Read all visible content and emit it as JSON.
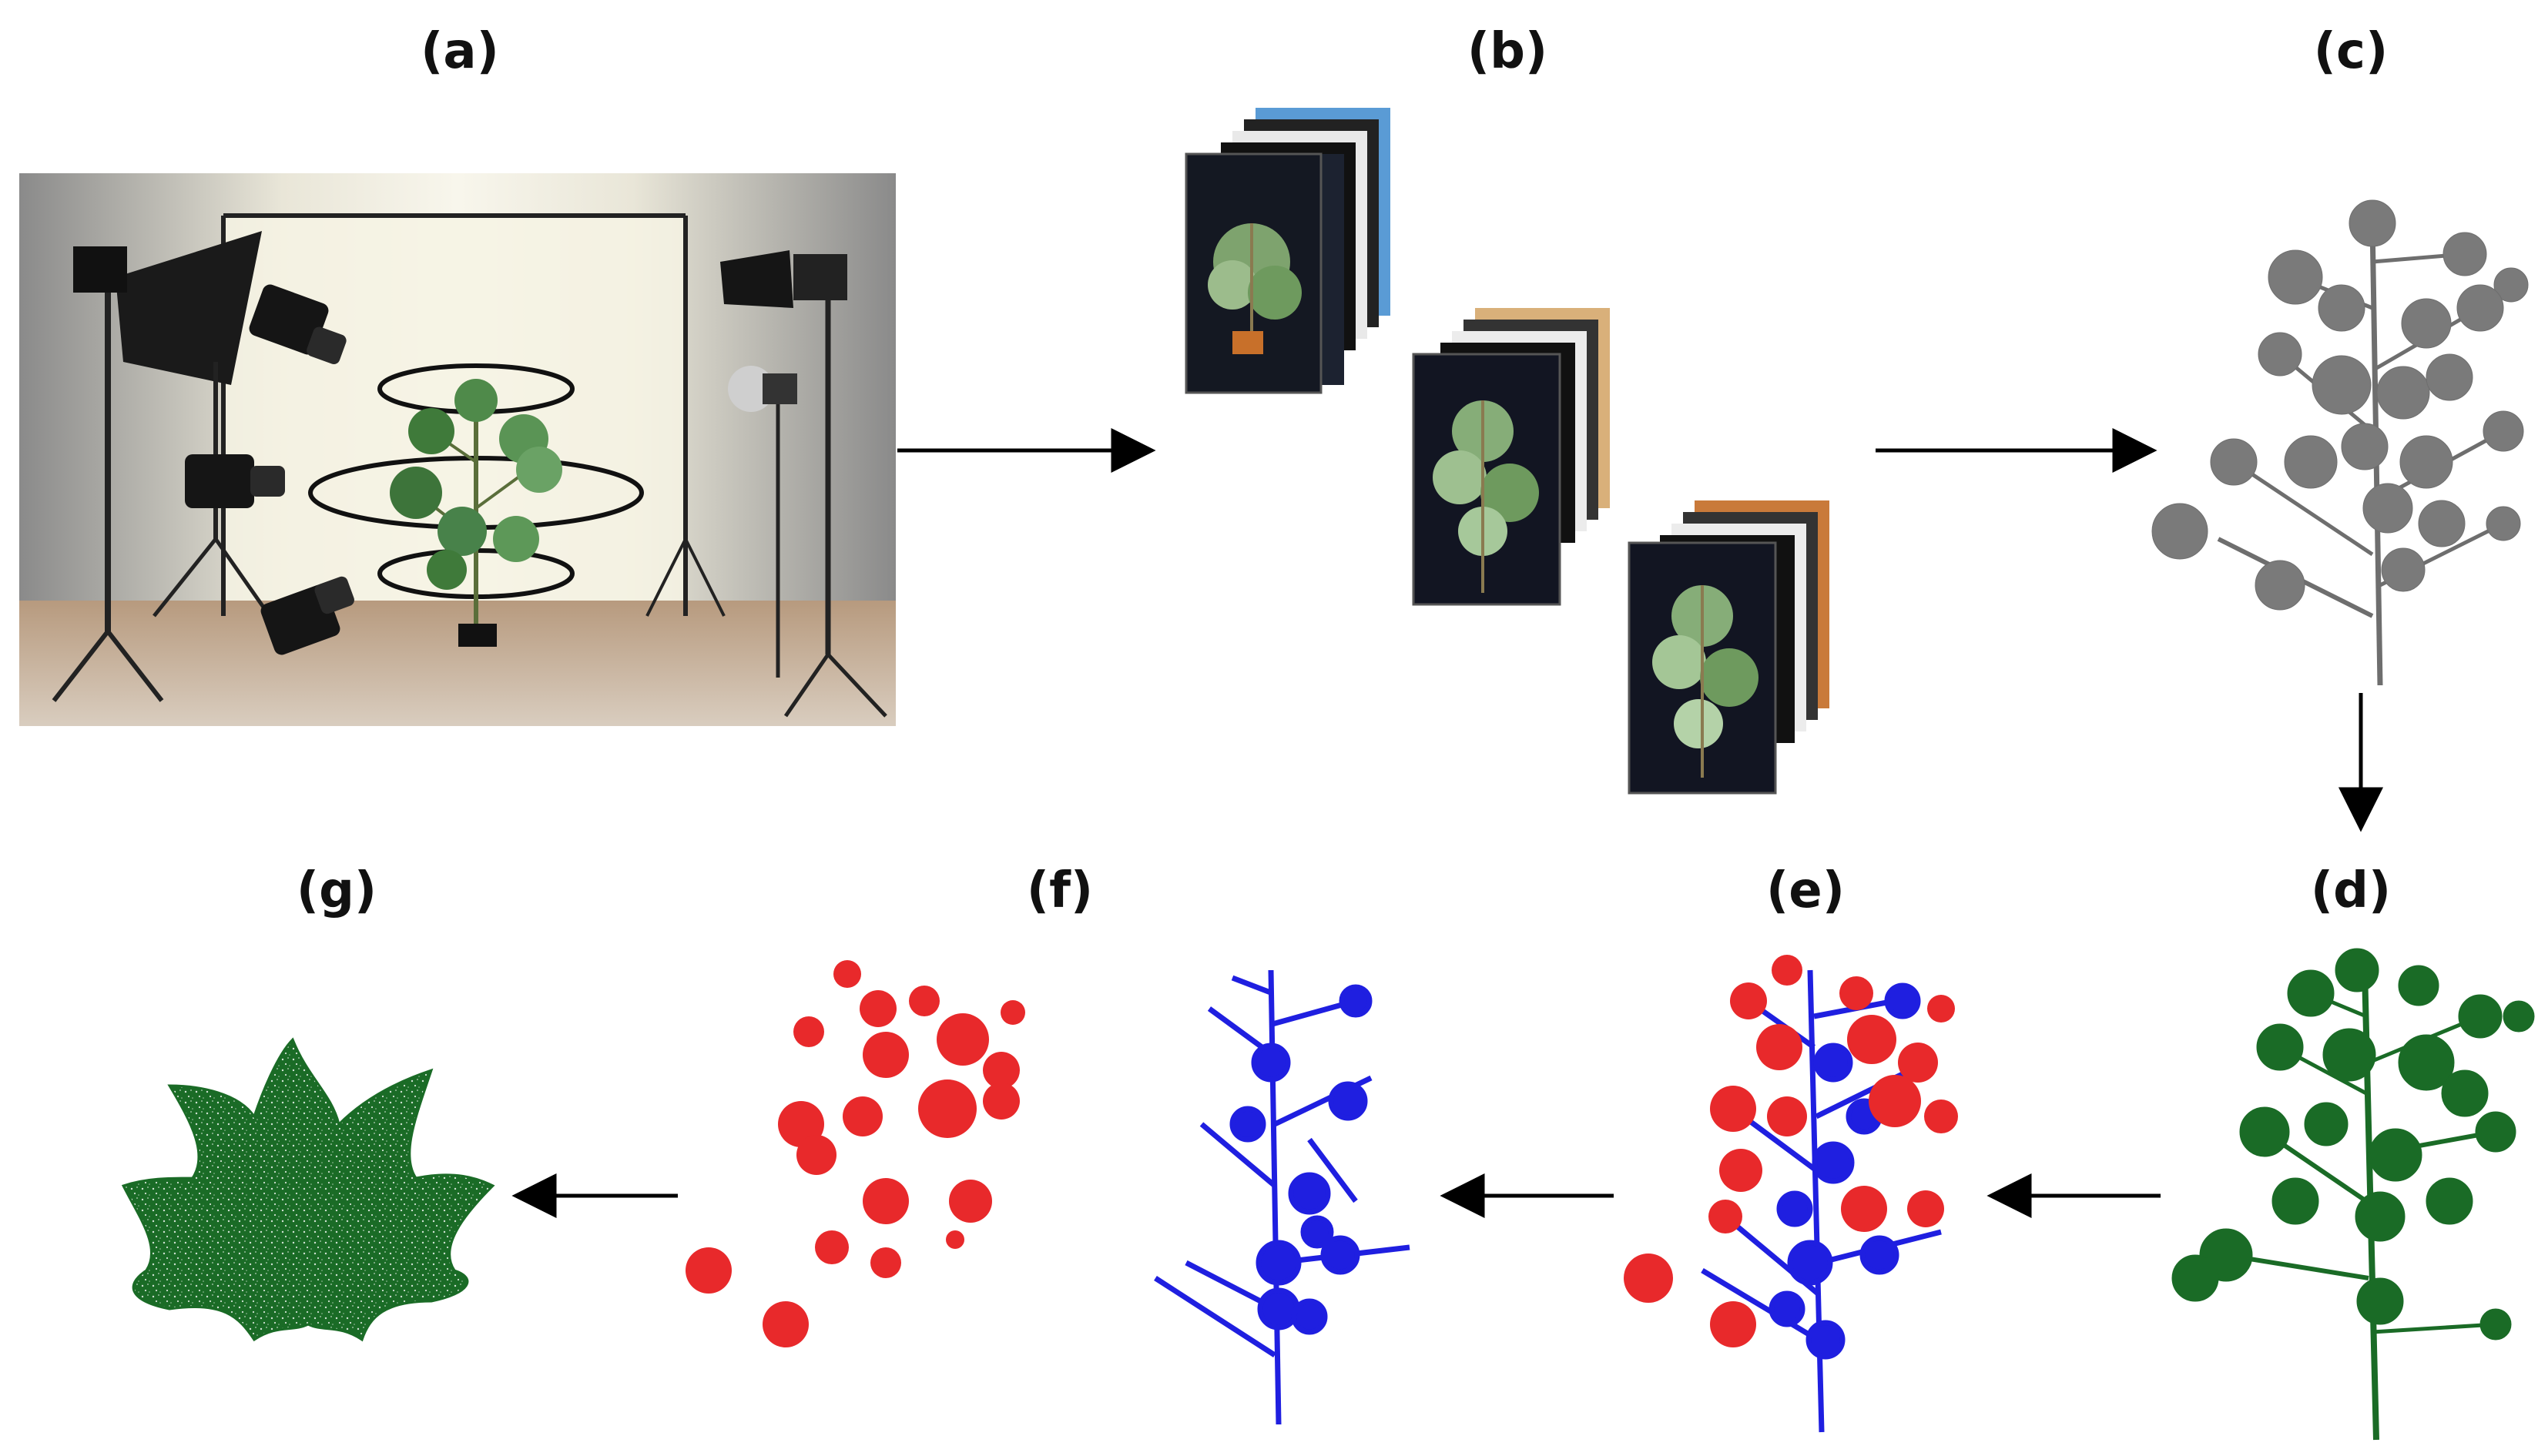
{
  "panels": {
    "a": {
      "label": "(a)"
    },
    "b": {
      "label": "(b)"
    },
    "c": {
      "label": "(c)"
    },
    "d": {
      "label": "(d)"
    },
    "e": {
      "label": "(e)"
    },
    "f": {
      "label": "(f)"
    },
    "g": {
      "label": "(g)"
    }
  },
  "colors": {
    "leaf_green": "#1a6b26",
    "organ_red": "#e8292b",
    "stem_blue": "#1f1fe0",
    "gray_model": "#6e6e6e",
    "arrow": "#000000"
  },
  "icons": [
    "studio-photo",
    "camera-icon",
    "softbox-light-icon",
    "image-stack-icon",
    "point-cloud-icon",
    "leaf-icon",
    "arrow-icon"
  ]
}
